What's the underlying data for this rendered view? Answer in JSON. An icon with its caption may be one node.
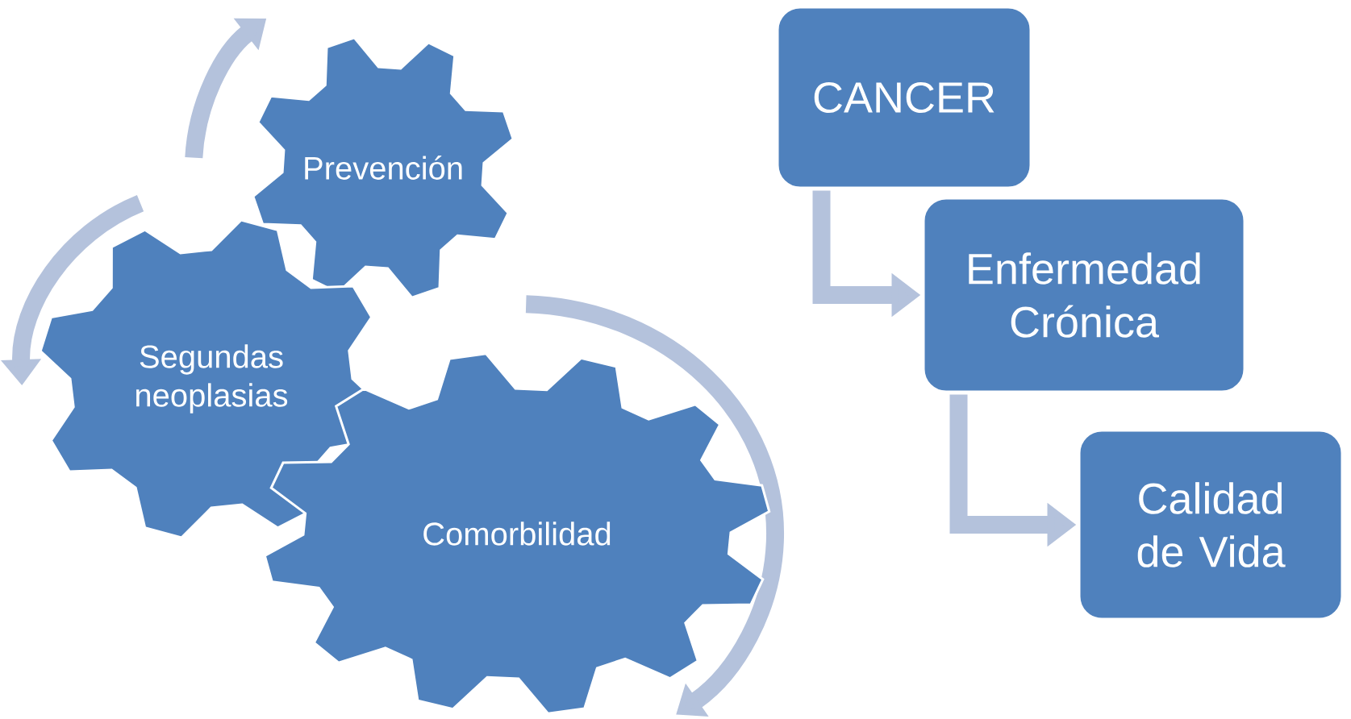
{
  "diagram": {
    "nodes": [
      {
        "text": [
          "Prevención"
        ]
      },
      {
        "text": [
          "Segundas neoplasias"
        ]
      },
      {
        "text": [
          "Comorbilidad"
        ]
      },
      {
        "text": [
          "CANCER"
        ]
      },
      {
        "text": [
          "Enfermedad Crónica"
        ]
      },
      {
        "text": [
          "Calidad de Vida"
        ]
      }
    ],
    "edges": [
      {
        "from": 3,
        "to": 4,
        "arrow": "to"
      },
      {
        "from": 4,
        "to": 5,
        "arrow": "to"
      }
    ]
  }
}
